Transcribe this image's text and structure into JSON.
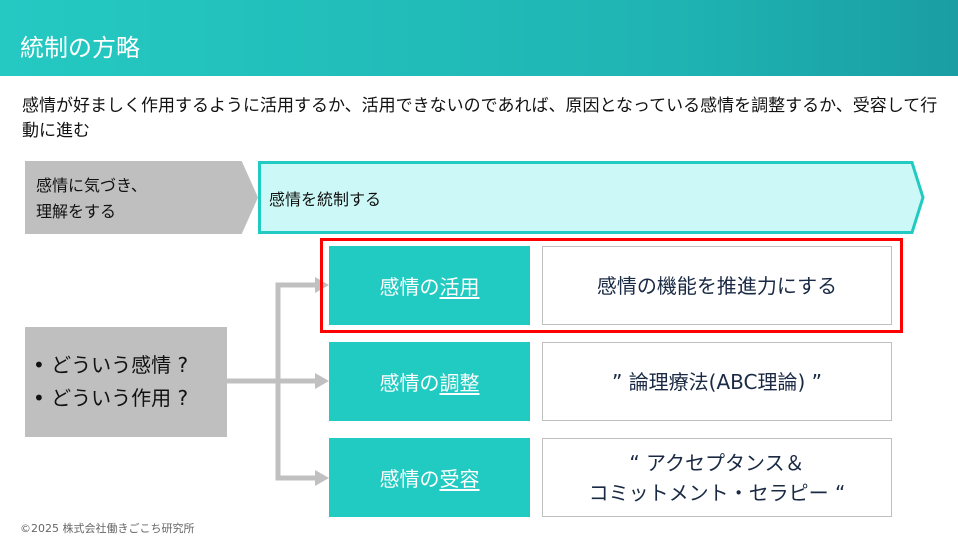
{
  "header": {
    "title": "統制の方略"
  },
  "intro": "感情が好ましく作用するように活用するか、活用できないのであれば、原因となっている感情を調整するか、受容して行動に進む",
  "step1": {
    "line1": "感情に気づき、",
    "line2": "理解をする"
  },
  "step2": "感情を統制する",
  "questions": [
    "• どういう感情 ?",
    "• どういう作用 ?"
  ],
  "strategies": [
    {
      "prefix": "感情の",
      "key": "活用",
      "desc": "感情の機能を推進力にする",
      "highlighted": true
    },
    {
      "prefix": "感情の",
      "key": "調整",
      "desc": "” 論理療法(ABC理論) ”"
    },
    {
      "prefix": "感情の",
      "key": "受容",
      "desc1": "“ アクセプタンス＆",
      "desc2": "コミットメント・セラピー “"
    }
  ],
  "footer": "©2025 株式会社働きごこち研究所",
  "colors": {
    "teal": "#22cbc1",
    "highlight": "#ff0000",
    "gray": "#bfbfbf",
    "light": "#ccf9f7"
  }
}
